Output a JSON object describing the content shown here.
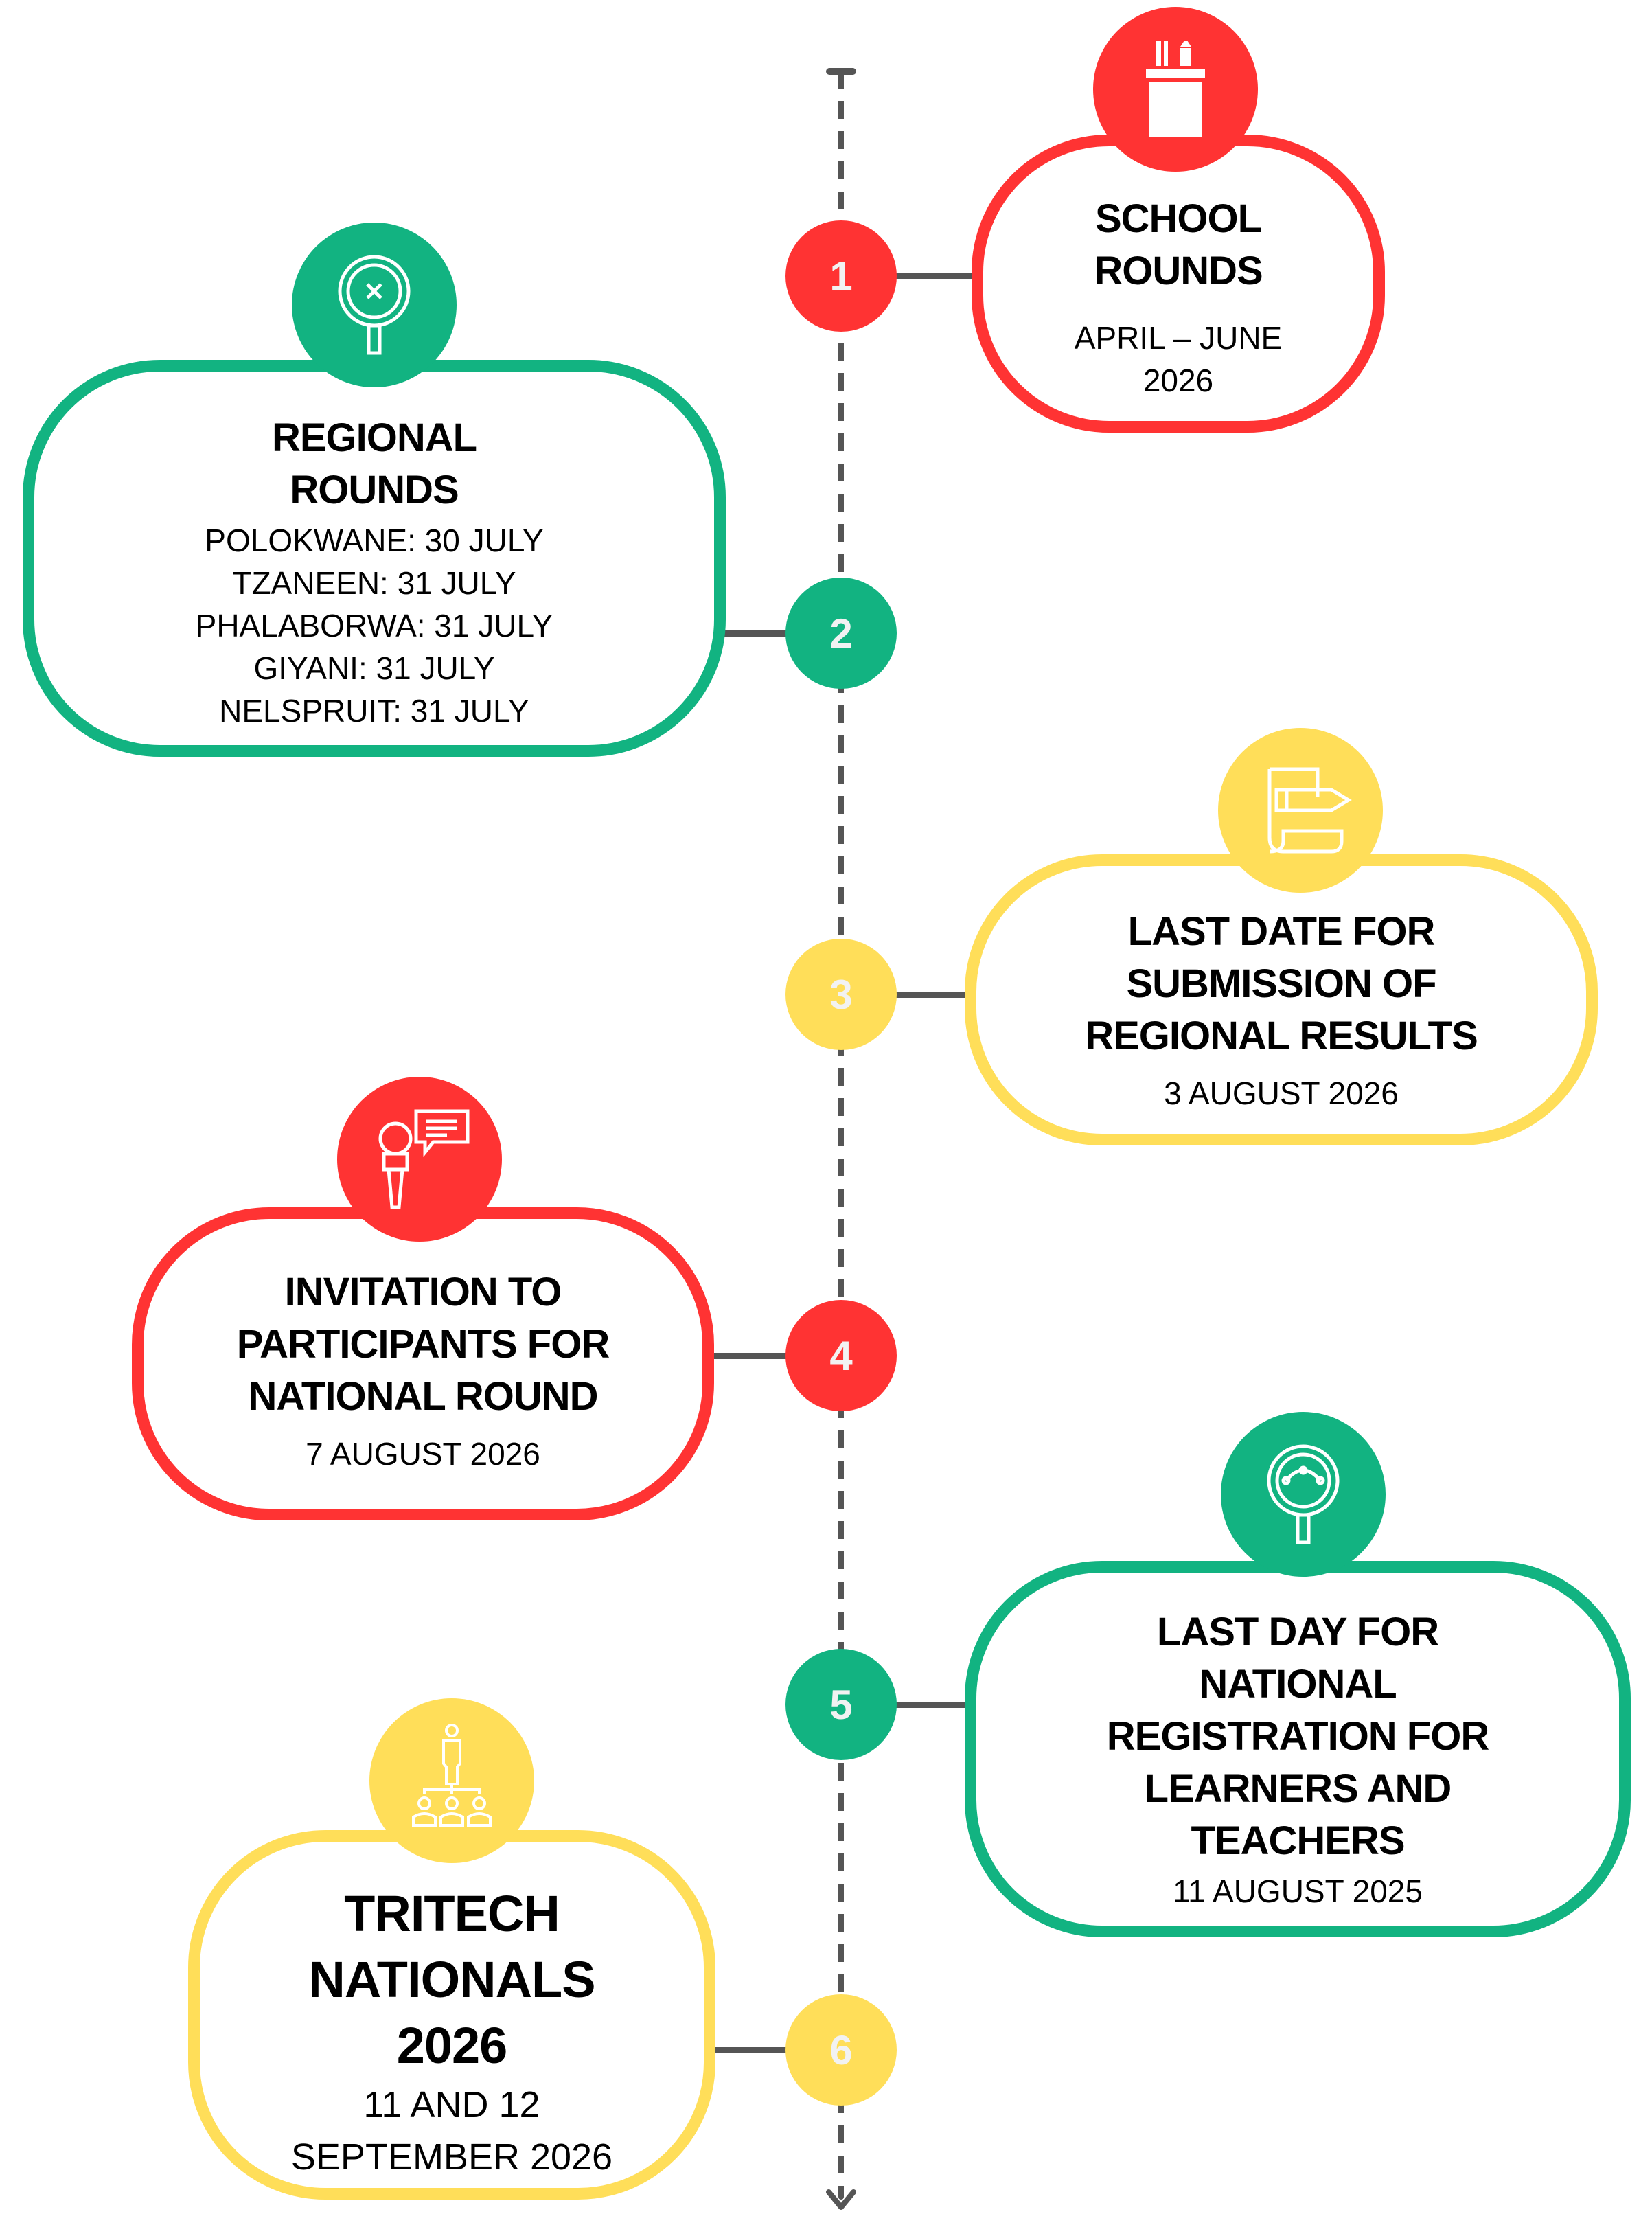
{
  "colors": {
    "red": "#FF3333",
    "green": "#12B381",
    "yellow": "#FFDE59",
    "line": "#555555"
  },
  "steps": [
    {
      "number": "1",
      "title_lines": [
        "SCHOOL",
        "ROUNDS"
      ],
      "detail_lines": [
        "APRIL – JUNE",
        "2026"
      ],
      "icon": "pencil-cup-icon",
      "color": "red"
    },
    {
      "number": "2",
      "title_lines": [
        "REGIONAL",
        "ROUNDS"
      ],
      "detail_lines": [
        "POLOKWANE: 30 JULY",
        "TZANEEN: 31 JULY",
        "PHALABORWA: 31 JULY",
        "GIYANI: 31 JULY",
        "NELSPRUIT: 31 JULY"
      ],
      "icon": "magnifier-icon",
      "color": "green"
    },
    {
      "number": "3",
      "title_lines": [
        "LAST DATE FOR",
        "SUBMISSION OF",
        "REGIONAL RESULTS"
      ],
      "detail_lines": [
        "3 AUGUST 2026"
      ],
      "icon": "scroll-pencil-icon",
      "color": "yellow"
    },
    {
      "number": "4",
      "title_lines": [
        "INVITATION TO",
        "PARTICIPANTS FOR",
        "NATIONAL ROUND"
      ],
      "detail_lines": [
        "7 AUGUST 2026"
      ],
      "icon": "microphone-chat-icon",
      "color": "red"
    },
    {
      "number": "5",
      "title_lines": [
        "LAST DAY FOR",
        "NATIONAL",
        "REGISTRATION FOR",
        "LEARNERS AND",
        "TEACHERS"
      ],
      "detail_lines": [
        "11 AUGUST 2025"
      ],
      "icon": "vector-magnifier-icon",
      "color": "green"
    },
    {
      "number": "6",
      "title_lines": [
        "TRITECH",
        "NATIONALS",
        "2026"
      ],
      "detail_lines": [
        "11 AND 12",
        "SEPTEMBER 2026"
      ],
      "icon": "org-chart-icon",
      "color": "yellow"
    }
  ]
}
